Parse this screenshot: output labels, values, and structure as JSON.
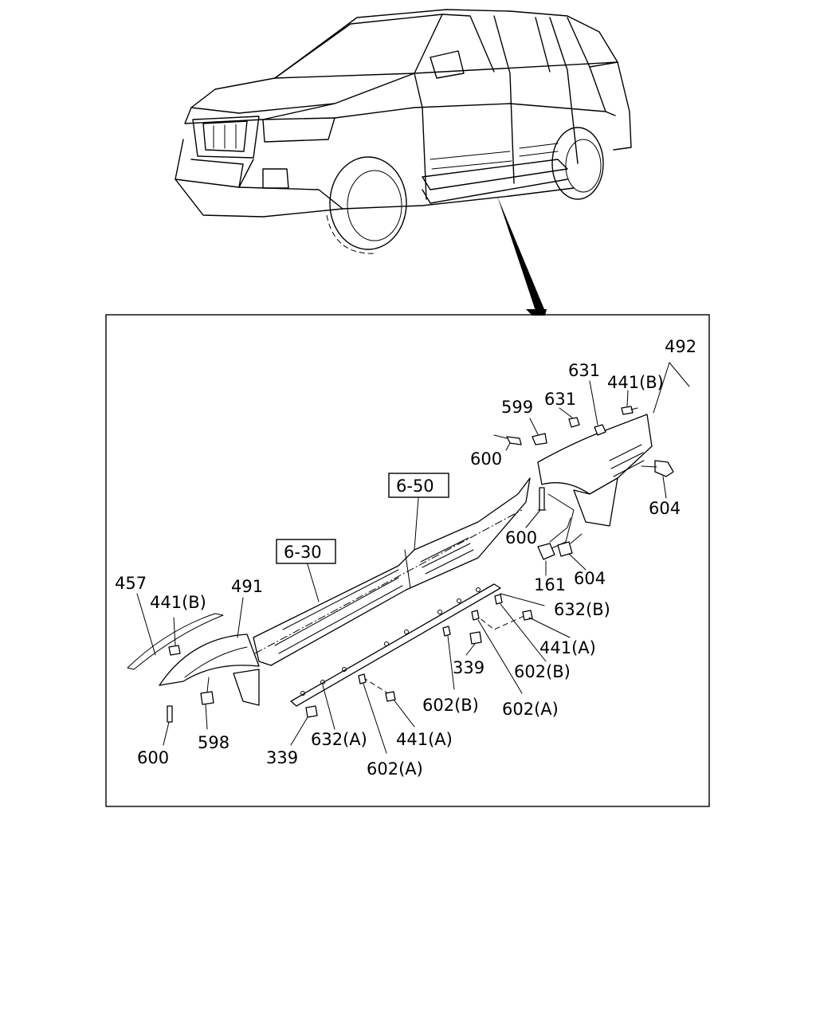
{
  "labels": {
    "l492": "492",
    "l631a": "631",
    "l441b_top": "441(B)",
    "l599": "599",
    "l631b": "631",
    "l600_top": "600",
    "l604_right": "604",
    "l650": "6-50",
    "l600_mid": "600",
    "l630": "6-30",
    "l161": "161",
    "l604_low": "604",
    "l457": "457",
    "l441b_left": "441(B)",
    "l491": "491",
    "l632b": "632(B)",
    "l441a_right": "441(A)",
    "l339_mid": "339",
    "l602b_right": "602(B)",
    "l602b_mid": "602(B)",
    "l602a_right": "602(A)",
    "l598": "598",
    "l600_left": "600",
    "l339_low": "339",
    "l632a": "632(A)",
    "l441a_low": "441(A)",
    "l602a_low": "602(A)"
  }
}
